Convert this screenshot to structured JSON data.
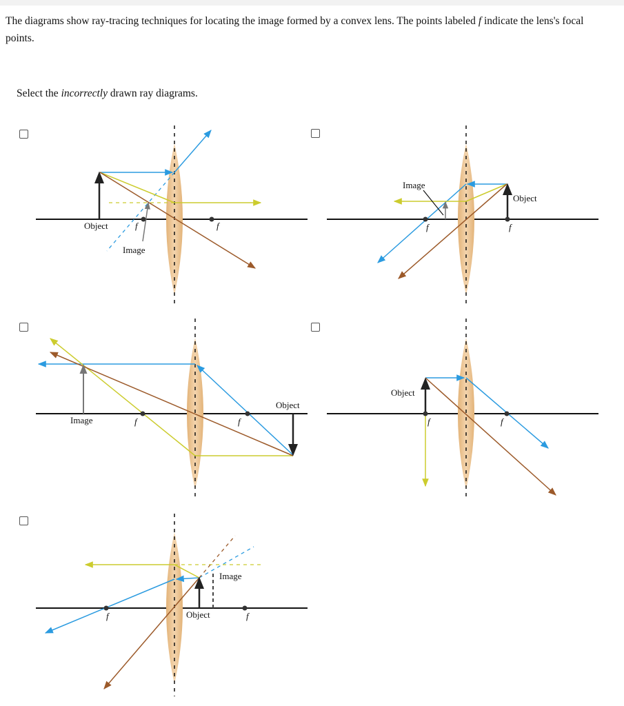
{
  "intro": {
    "text_before": "The diagrams show ray-tracing techniques for locating the image formed by a convex lens. The points labeled ",
    "focal_symbol": "f",
    "text_after": " indicate the lens's focal points."
  },
  "prompt": {
    "before": "Select the ",
    "emphasis": "incorrectly",
    "after": " drawn ray diagrams."
  },
  "labels": {
    "object": "Object",
    "image": "Image",
    "focal": "f"
  },
  "colors": {
    "blue_ray": "#2b9be0",
    "yellow_ray": "#cccc2e",
    "brown_ray": "#9c5a2a",
    "lens": "#e9c18f",
    "object_arrow": "#222222",
    "image_arrow": "#777777"
  },
  "options": [
    {
      "id": "diagram-1",
      "checked": false
    },
    {
      "id": "diagram-2",
      "checked": false
    },
    {
      "id": "diagram-3",
      "checked": false
    },
    {
      "id": "diagram-4",
      "checked": false
    },
    {
      "id": "diagram-5",
      "checked": false
    }
  ]
}
